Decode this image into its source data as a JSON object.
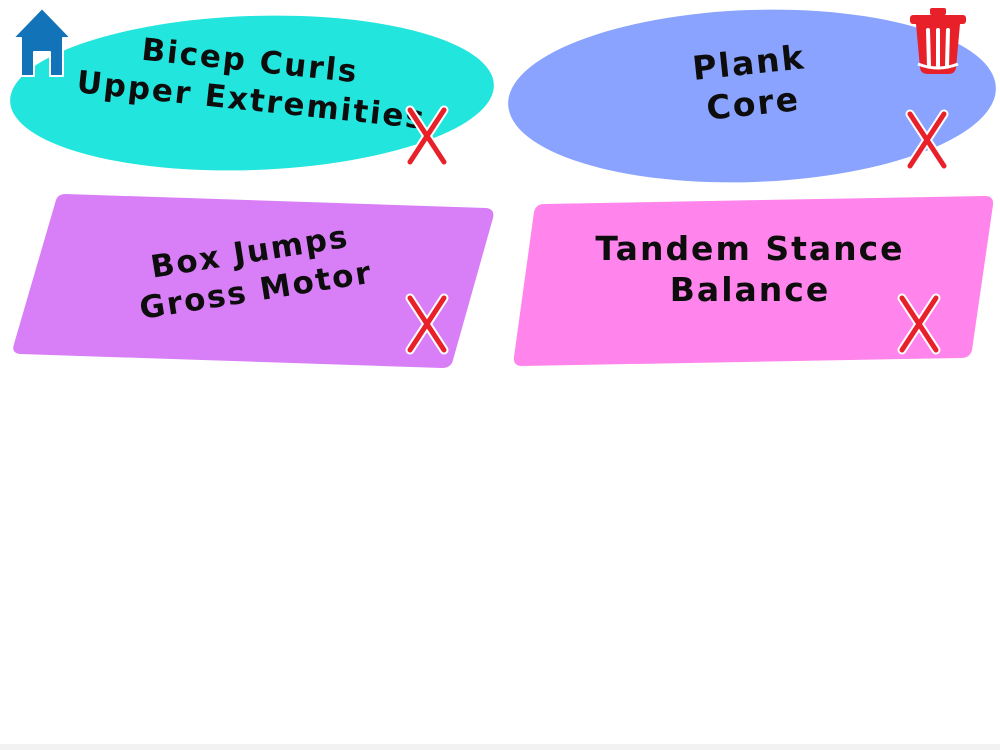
{
  "toolbar": {
    "home_icon": "home-icon",
    "trash_icon": "trash-icon"
  },
  "cards": [
    {
      "line1": "Bicep Curls",
      "line2": "Upper Extremities",
      "color": "#22e5dd",
      "close_icon": "close-x-icon"
    },
    {
      "line1": "Plank",
      "line2": "Core",
      "color": "#89a3ff",
      "close_icon": "close-x-icon"
    },
    {
      "line1": "Box Jumps",
      "line2": "Gross Motor",
      "color": "#d87ef7",
      "close_icon": "close-x-icon"
    },
    {
      "line1": "Tandem Stance",
      "line2": "Balance",
      "color": "#ff84ec",
      "close_icon": "close-x-icon"
    }
  ],
  "colors": {
    "home_blue": "#1273b8",
    "delete_red": "#e8202a",
    "x_red": "#e8202a"
  }
}
